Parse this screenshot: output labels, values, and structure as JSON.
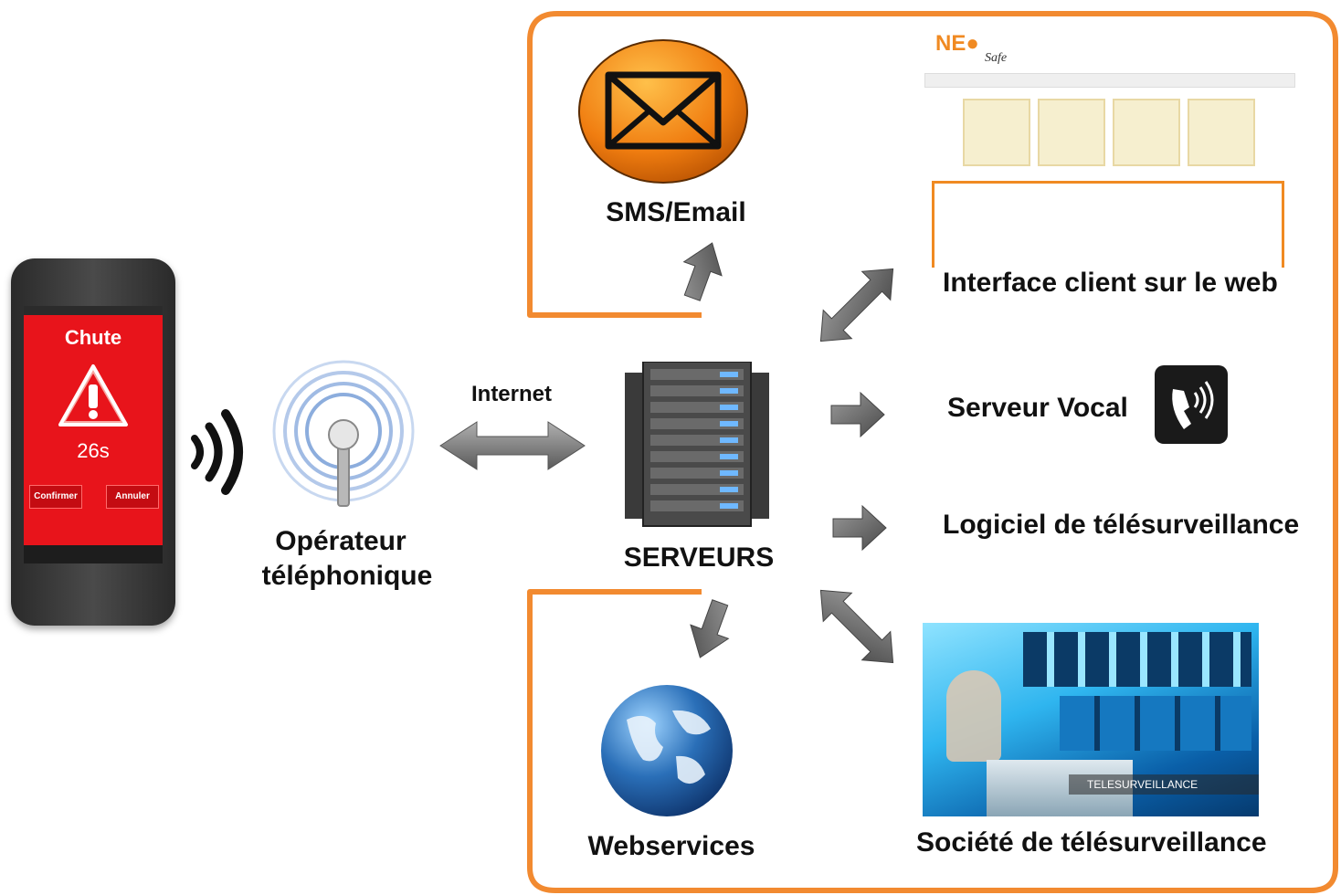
{
  "phone": {
    "alert_title": "Chute",
    "countdown": "26s",
    "confirm_label": "Confirmer",
    "cancel_label": "Annuler"
  },
  "operator": {
    "label_line1": "Opérateur",
    "label_line2": "téléphonique"
  },
  "link": {
    "label": "Internet"
  },
  "server": {
    "label": "SERVEURS"
  },
  "outputs": {
    "sms_email": "SMS/Email",
    "web_interface": "Interface client sur le web",
    "voice_server": "Serveur Vocal",
    "software": "Logiciel de télésurveillance",
    "webservices": "Webservices",
    "company": "Société de télésurveillance"
  },
  "web_screenshot": {
    "logo_left": "NE",
    "logo_right": "Safe"
  },
  "control_room": {
    "banner": "TELESURVEILLANCE"
  },
  "colors": {
    "frame": "#f28a30",
    "phone_screen": "#e8141b",
    "arrow": "#7a7a7a",
    "globe": "#2a6fb8"
  },
  "icons": [
    "wifi-signal-icon",
    "antenna-icon",
    "envelope-icon",
    "phone-call-icon",
    "globe-icon",
    "server-rack-icon",
    "warning-icon"
  ]
}
